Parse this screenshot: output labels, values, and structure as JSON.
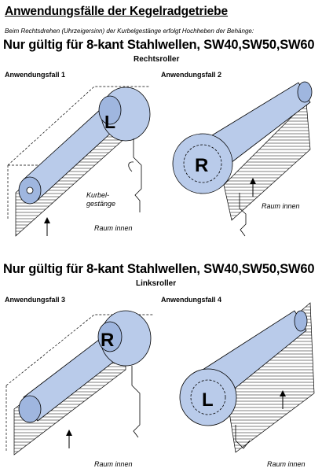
{
  "title": "Anwendungsfälle der Kegelradgetriebe",
  "note": "Beim Rechtsdrehen (Uhrzeigersinn) der Kurbelgestänge erfolgt Hochheben der Behänge:",
  "section1": {
    "heading": "Nur gültig für 8-kant Stahlwellen, SW40,SW50,SW60",
    "subheading": "Rechtsroller",
    "case_left": "Anwendungsfall 1",
    "case_right": "Anwendungsfall 2",
    "motor_left": "L",
    "motor_right": "R",
    "crank_label_1": "Kurbel-",
    "crank_label_2": "gestänge",
    "room_left": "Raum innen",
    "room_right": "Raum innen"
  },
  "section2": {
    "heading": "Nur gültig für 8-kant Stahlwellen, SW40,SW50,SW60",
    "subheading": "Linksroller",
    "case_left": "Anwendungsfall 3",
    "case_right": "Anwendungsfall 4",
    "motor_left": "R",
    "motor_right": "L",
    "room_left": "Raum innen",
    "room_right": "Raum innen"
  },
  "colors": {
    "tube": "#b9cbea",
    "tube_dark": "#9fb6df",
    "line": "#000000"
  }
}
